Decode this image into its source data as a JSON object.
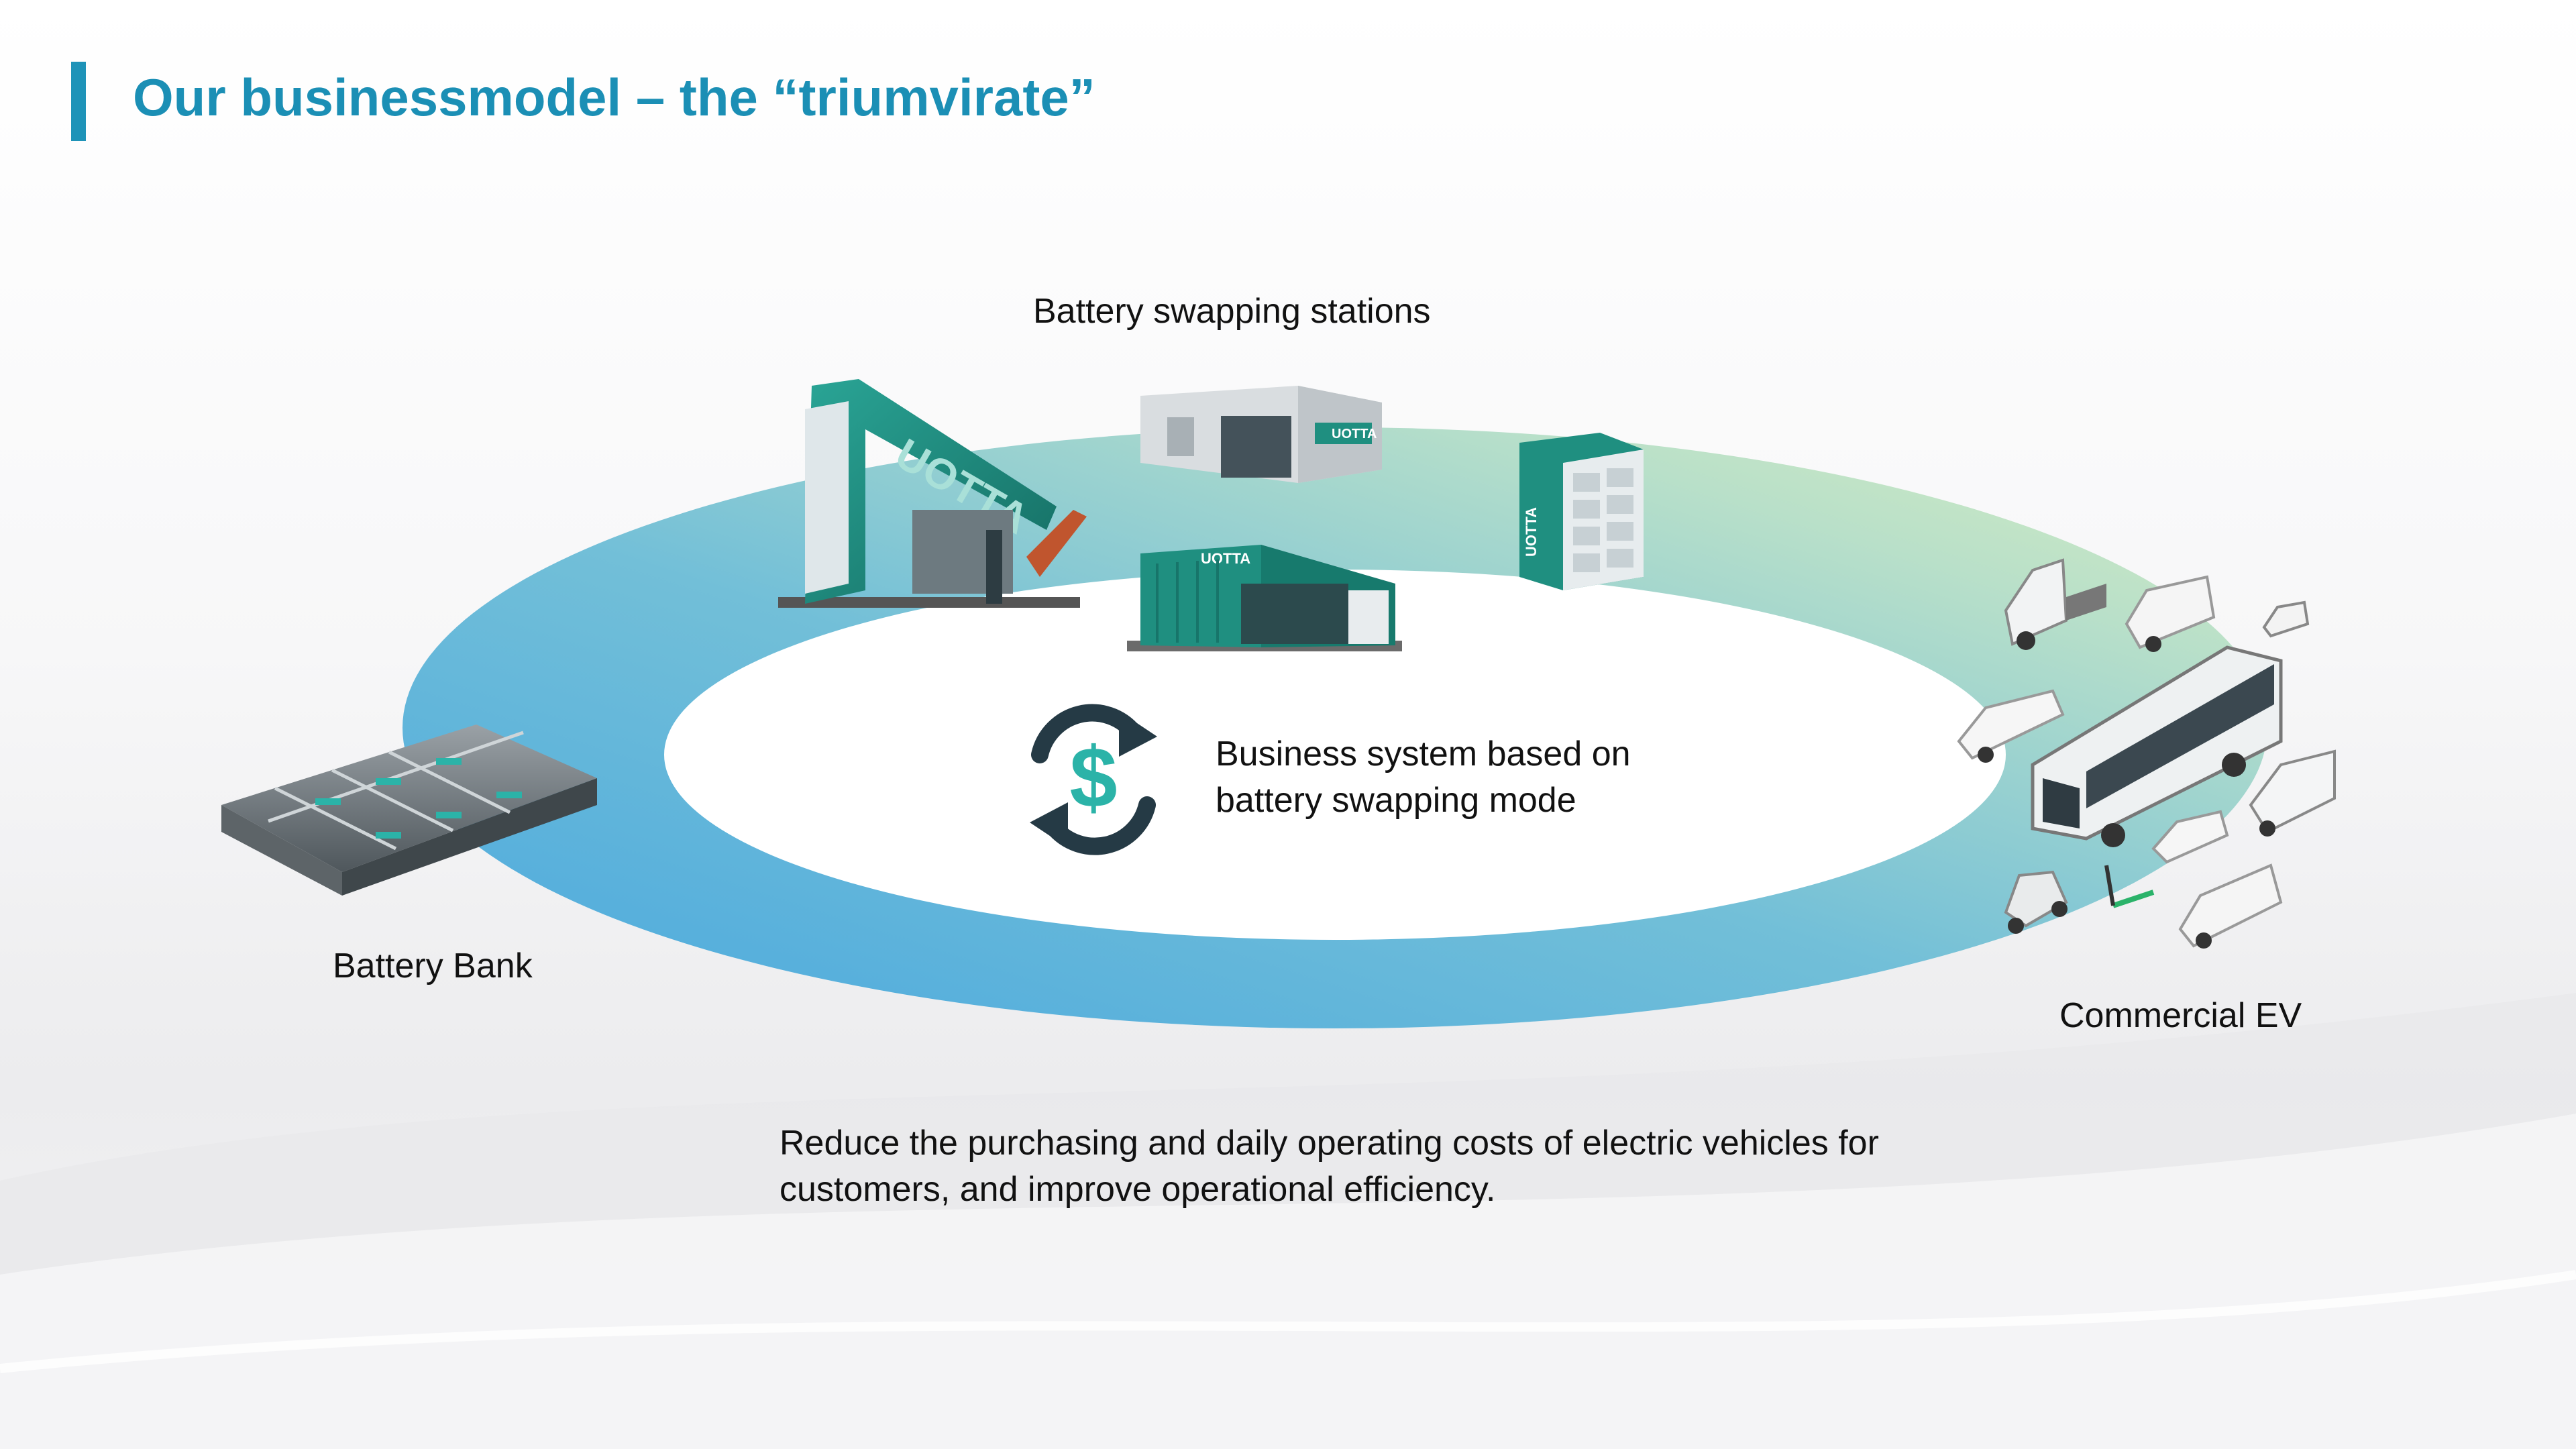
{
  "slide": {
    "title": "Our businessmodel – the “triumvirate”"
  },
  "diagram": {
    "nodes": {
      "stations": {
        "label": "Battery swapping stations",
        "brand": "UOTTA"
      },
      "battery_bank": {
        "label": "Battery Bank"
      },
      "commercial_ev": {
        "label": "Commercial EV"
      }
    },
    "center": {
      "icon": "dollar-cycle-icon",
      "lines": [
        "Business system based on",
        "battery swapping mode"
      ]
    }
  },
  "summary": {
    "lines": [
      "Reduce the purchasing and daily operating costs of electric vehicles for",
      "customers, and improve operational efficiency."
    ]
  },
  "colors": {
    "title": "#1b8fb5",
    "accent_bar": "#1e93b8",
    "ring_blue": "#5ab1e0",
    "ring_green": "#c9e6b0",
    "station_teal": "#1f8f80",
    "icon_dark": "#253a45",
    "icon_teal": "#2bb3a8"
  }
}
